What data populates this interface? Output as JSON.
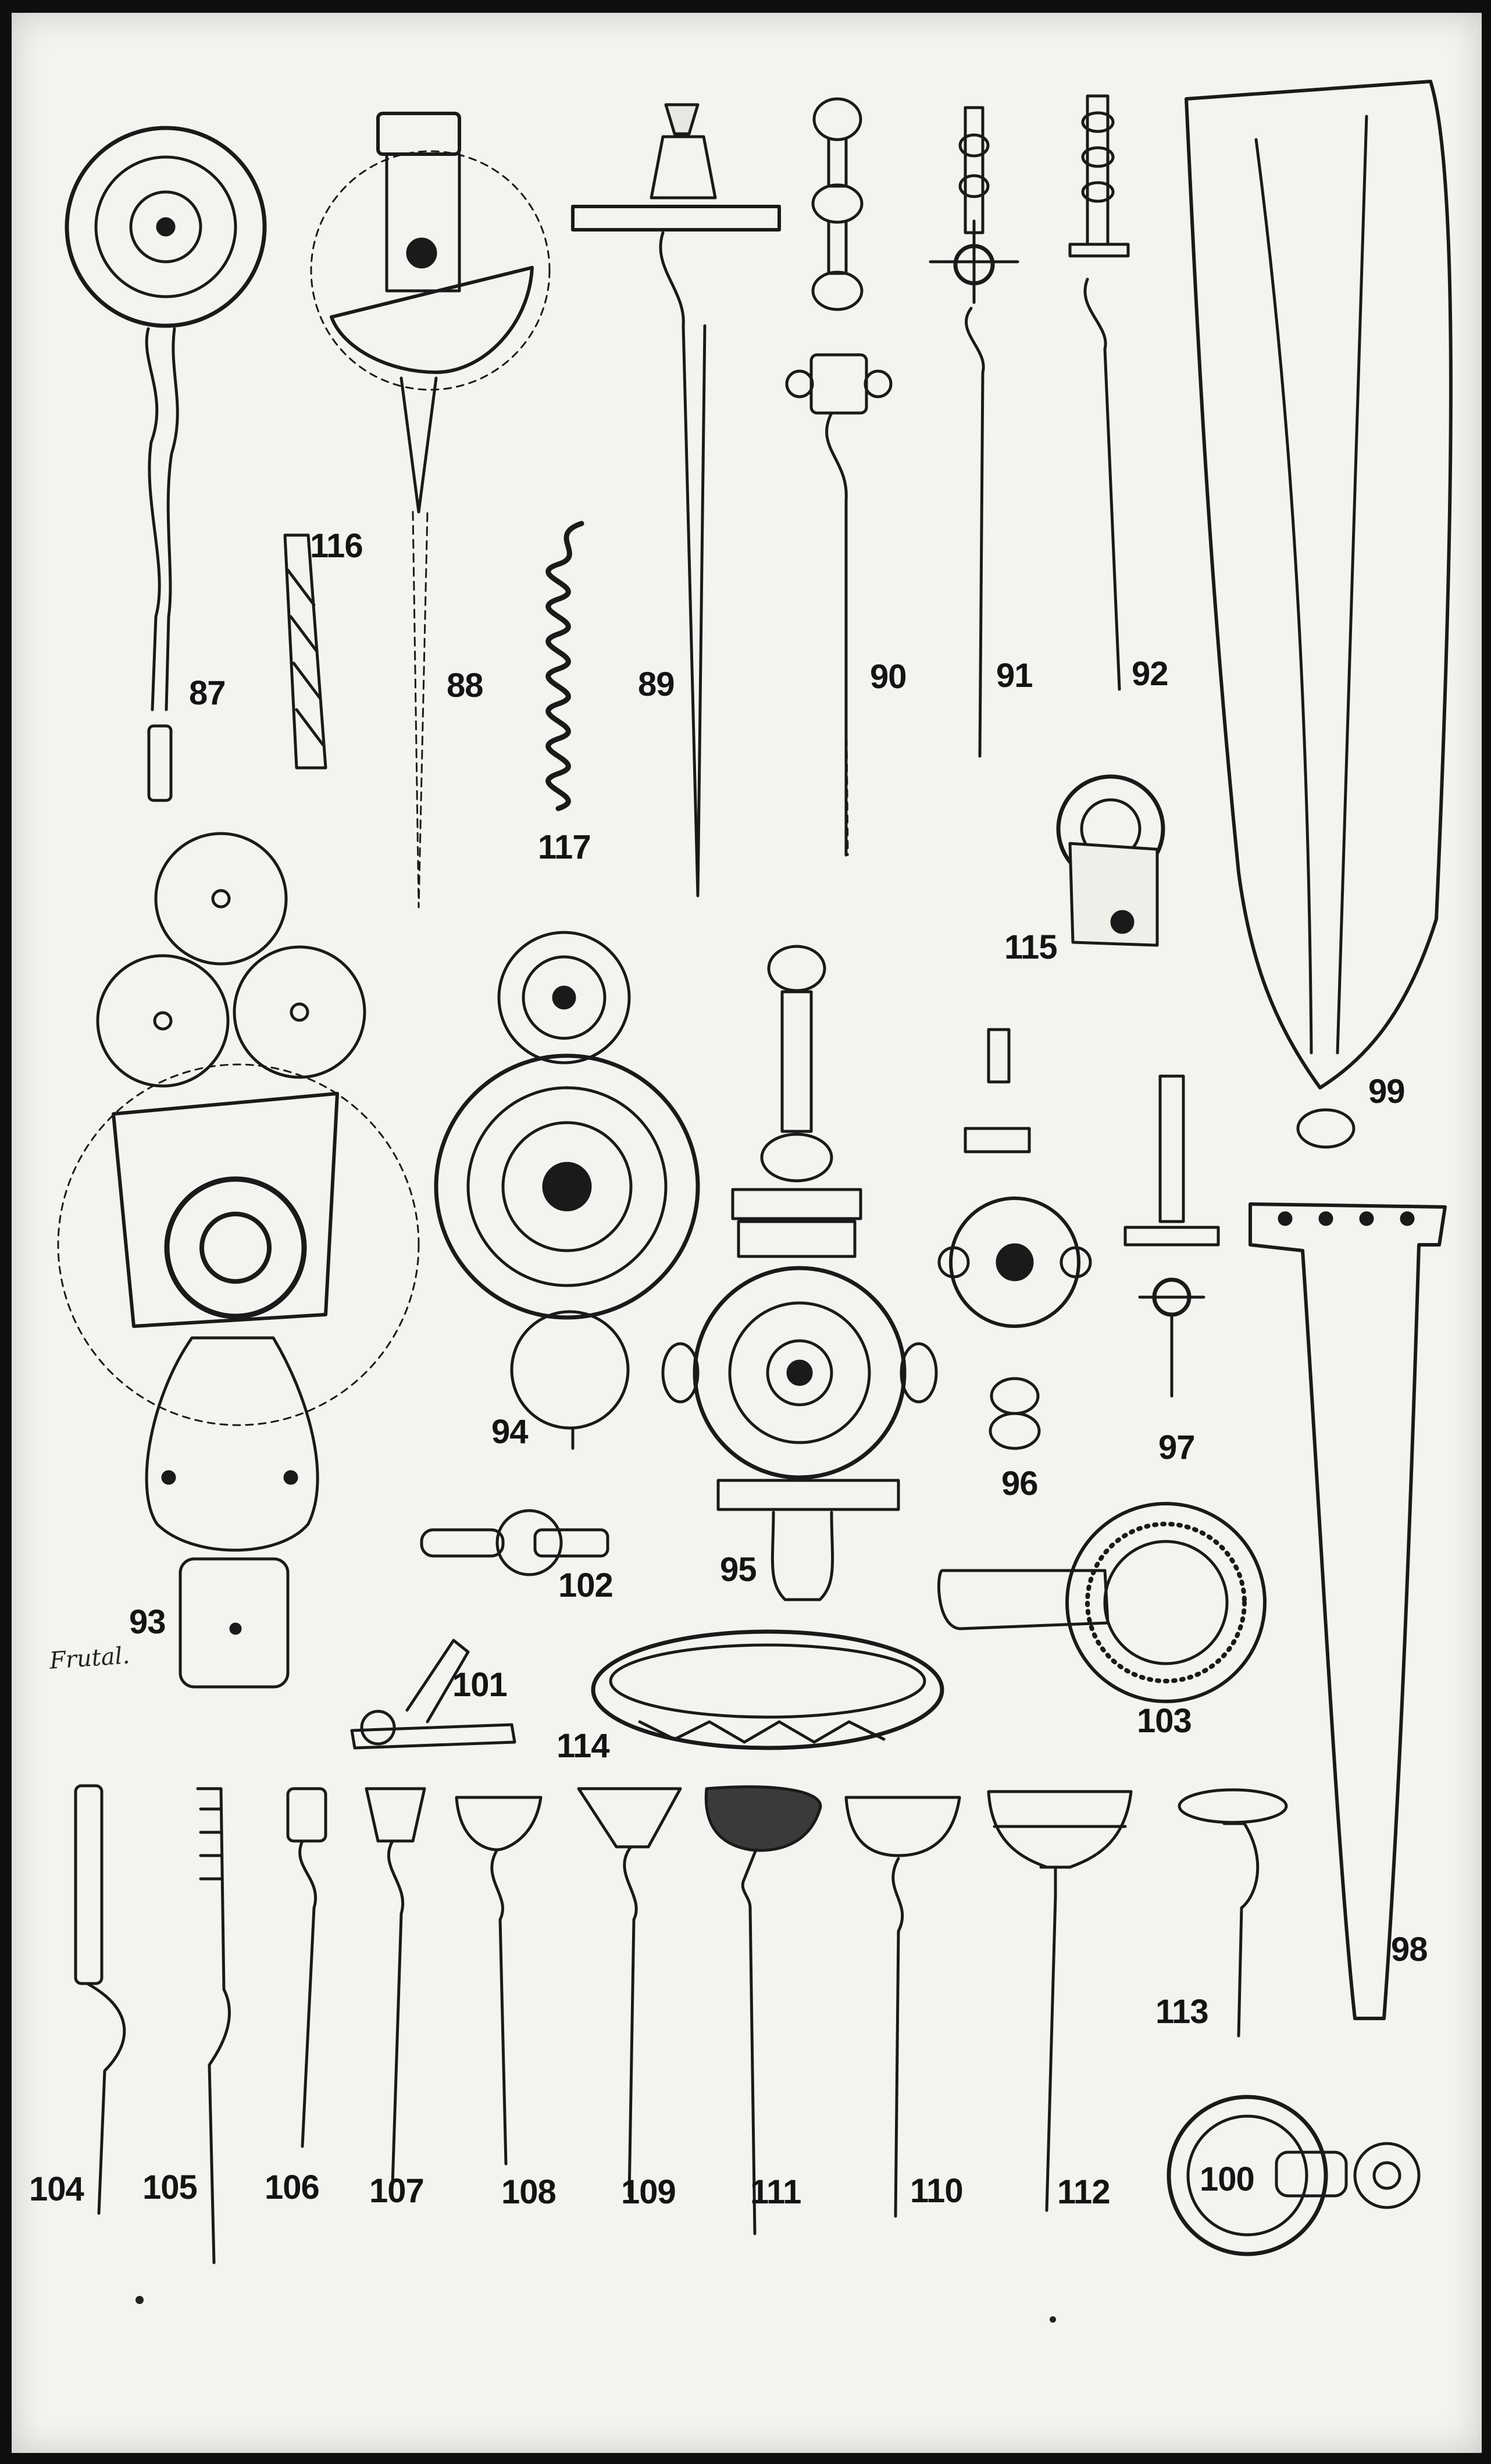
{
  "plate": {
    "signature": "Frutal.",
    "labels": {
      "87": "87",
      "88": "88",
      "89": "89",
      "90": "90",
      "91": "91",
      "92": "92",
      "93": "93",
      "94": "94",
      "95": "95",
      "96": "96",
      "97": "97",
      "98": "98",
      "99": "99",
      "100": "100",
      "101": "101",
      "102": "102",
      "103": "103",
      "104": "104",
      "105": "105",
      "106": "106",
      "107": "107",
      "108": "108",
      "109": "109",
      "110": "110",
      "111": "111",
      "112": "112",
      "113": "113",
      "114": "114",
      "115": "115",
      "116": "116",
      "117": "117"
    }
  },
  "colors": {
    "ink": "#1a1a1a",
    "paper": "#f3f3ef",
    "frame": "#0e0e0e"
  }
}
